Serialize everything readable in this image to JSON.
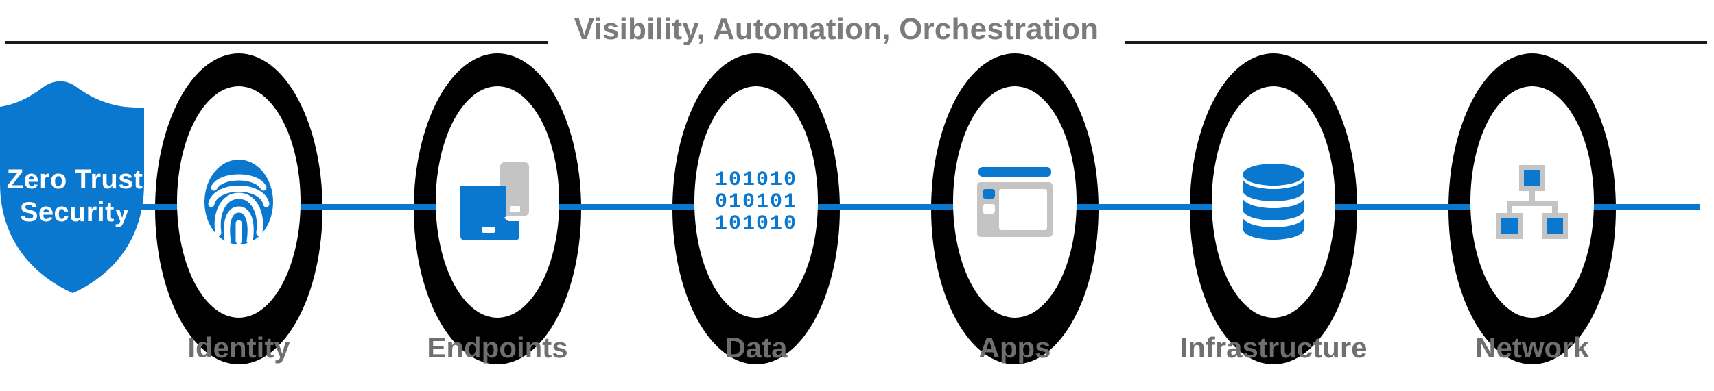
{
  "banner": {
    "title": "Visibility, Automation, Orchestration",
    "rule_color": "#1a1a1a",
    "title_color": "#7b7b7b"
  },
  "shield": {
    "name": "zero-trust-shield",
    "label": "Zero Trust\nSecurity",
    "line1": "Zero Trust",
    "line2": "Security",
    "fill_color": "#0b78d0",
    "text_color": "#ffffff"
  },
  "connector": {
    "color": "#0b78d0"
  },
  "palette": {
    "blue": "#0b78d0",
    "gray": "#c4c4c4",
    "black": "#000000",
    "label_gray": "#6f6f6f",
    "white": "#ffffff"
  },
  "pillars": [
    {
      "label": "Identity",
      "icon": "fingerprint-icon",
      "icon_colors": [
        "#0b78d0",
        "#ffffff"
      ]
    },
    {
      "label": "Endpoints",
      "icon": "devices-icon",
      "icon_colors": [
        "#0b78d0",
        "#c4c4c4"
      ]
    },
    {
      "label": "Data",
      "icon": "binary-digits-icon",
      "icon_colors": [
        "#0b78d0"
      ],
      "binary_rows": "101010\n010101\n101010"
    },
    {
      "label": "Apps",
      "icon": "app-window-icon",
      "icon_colors": [
        "#0b78d0",
        "#c4c4c4"
      ]
    },
    {
      "label": "Infrastructure",
      "icon": "database-icon",
      "icon_colors": [
        "#0b78d0"
      ]
    },
    {
      "label": "Network",
      "icon": "network-topology-icon",
      "icon_colors": [
        "#0b78d0",
        "#c4c4c4"
      ]
    }
  ]
}
